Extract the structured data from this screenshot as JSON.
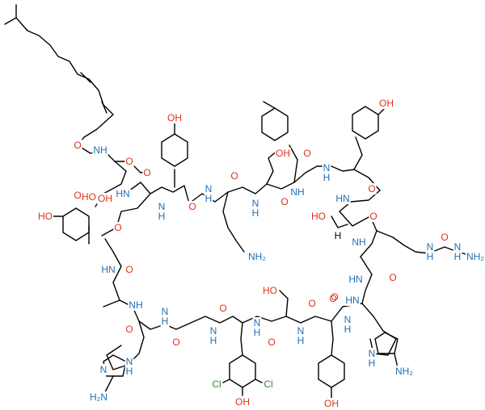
{
  "colors": {
    "bond": "#000000",
    "oxygen": "#e0301e",
    "nitrogen": "#1f6fb5",
    "chlorine": "#2e8b2e",
    "carbon_label": "#000000"
  },
  "labels": [
    {
      "text": "O",
      "kind": "oxygen"
    },
    {
      "text": "NH",
      "kind": "nitrogen"
    },
    {
      "text": "O",
      "kind": "oxygen"
    },
    {
      "text": "HO",
      "kind": "oxygen"
    },
    {
      "text": "O",
      "kind": "oxygen"
    },
    {
      "text": "OH",
      "kind": "oxygen"
    },
    {
      "text": "HN",
      "kind": "nitrogen"
    },
    {
      "text": "O",
      "kind": "oxygen"
    },
    {
      "text": "OH",
      "kind": "oxygen"
    },
    {
      "text": "O",
      "kind": "oxygen"
    },
    {
      "text": "N",
      "kind": "nitrogen"
    },
    {
      "text": "H",
      "kind": "nitrogen"
    },
    {
      "text": "O",
      "kind": "oxygen"
    },
    {
      "text": "N",
      "kind": "nitrogen"
    },
    {
      "text": "H",
      "kind": "nitrogen"
    },
    {
      "text": "O",
      "kind": "oxygen"
    },
    {
      "text": "NH₂",
      "kind": "nitrogen"
    },
    {
      "text": "HO",
      "kind": "oxygen"
    },
    {
      "text": "OH",
      "kind": "oxygen"
    },
    {
      "text": "N",
      "kind": "nitrogen"
    },
    {
      "text": "H",
      "kind": "nitrogen"
    },
    {
      "text": "O",
      "kind": "oxygen"
    },
    {
      "text": "O",
      "kind": "oxygen"
    },
    {
      "text": "NH",
      "kind": "nitrogen"
    },
    {
      "text": "N",
      "kind": "nitrogen"
    },
    {
      "text": "H",
      "kind": "nitrogen"
    },
    {
      "text": "O",
      "kind": "oxygen"
    },
    {
      "text": "OH",
      "kind": "oxygen"
    },
    {
      "text": "HN",
      "kind": "nitrogen"
    },
    {
      "text": "O",
      "kind": "oxygen"
    },
    {
      "text": "HO",
      "kind": "oxygen"
    },
    {
      "text": "NH",
      "kind": "nitrogen"
    },
    {
      "text": "H",
      "kind": "carbon_label"
    },
    {
      "text": "O",
      "kind": "oxygen"
    },
    {
      "text": "O",
      "kind": "oxygen"
    },
    {
      "text": "HN",
      "kind": "nitrogen"
    },
    {
      "text": "N",
      "kind": "nitrogen"
    },
    {
      "text": "H",
      "kind": "nitrogen"
    },
    {
      "text": "N",
      "kind": "nitrogen"
    },
    {
      "text": "H",
      "kind": "nitrogen"
    },
    {
      "text": "NH₂",
      "kind": "nitrogen"
    },
    {
      "text": "HN",
      "kind": "nitrogen"
    },
    {
      "text": "O",
      "kind": "oxygen"
    },
    {
      "text": "HO",
      "kind": "oxygen"
    },
    {
      "text": "O",
      "kind": "oxygen"
    },
    {
      "text": "HN",
      "kind": "nitrogen"
    },
    {
      "text": "NH",
      "kind": "nitrogen"
    },
    {
      "text": "O",
      "kind": "oxygen"
    },
    {
      "text": "N",
      "kind": "nitrogen"
    },
    {
      "text": "H",
      "kind": "nitrogen"
    },
    {
      "text": "N",
      "kind": "nitrogen"
    },
    {
      "text": "H",
      "kind": "nitrogen"
    },
    {
      "text": "N",
      "kind": "nitrogen"
    },
    {
      "text": "H",
      "kind": "nitrogen"
    },
    {
      "text": "N",
      "kind": "nitrogen"
    },
    {
      "text": "H",
      "kind": "nitrogen"
    },
    {
      "text": "N",
      "kind": "nitrogen"
    },
    {
      "text": "H",
      "kind": "nitrogen"
    },
    {
      "text": "O",
      "kind": "oxygen"
    },
    {
      "text": "O",
      "kind": "oxygen"
    },
    {
      "text": "O",
      "kind": "oxygen"
    },
    {
      "text": "O",
      "kind": "oxygen"
    },
    {
      "text": "O",
      "kind": "oxygen"
    },
    {
      "text": "N",
      "kind": "nitrogen"
    },
    {
      "text": "N",
      "kind": "nitrogen"
    },
    {
      "text": "H",
      "kind": "nitrogen"
    },
    {
      "text": "NH₂",
      "kind": "nitrogen"
    },
    {
      "text": "H₂N",
      "kind": "nitrogen"
    },
    {
      "text": "N",
      "kind": "nitrogen"
    },
    {
      "text": "H",
      "kind": "nitrogen"
    },
    {
      "text": "Cl",
      "kind": "chlorine"
    },
    {
      "text": "Cl",
      "kind": "chlorine"
    },
    {
      "text": "OH",
      "kind": "oxygen"
    },
    {
      "text": "OH",
      "kind": "oxygen"
    }
  ]
}
